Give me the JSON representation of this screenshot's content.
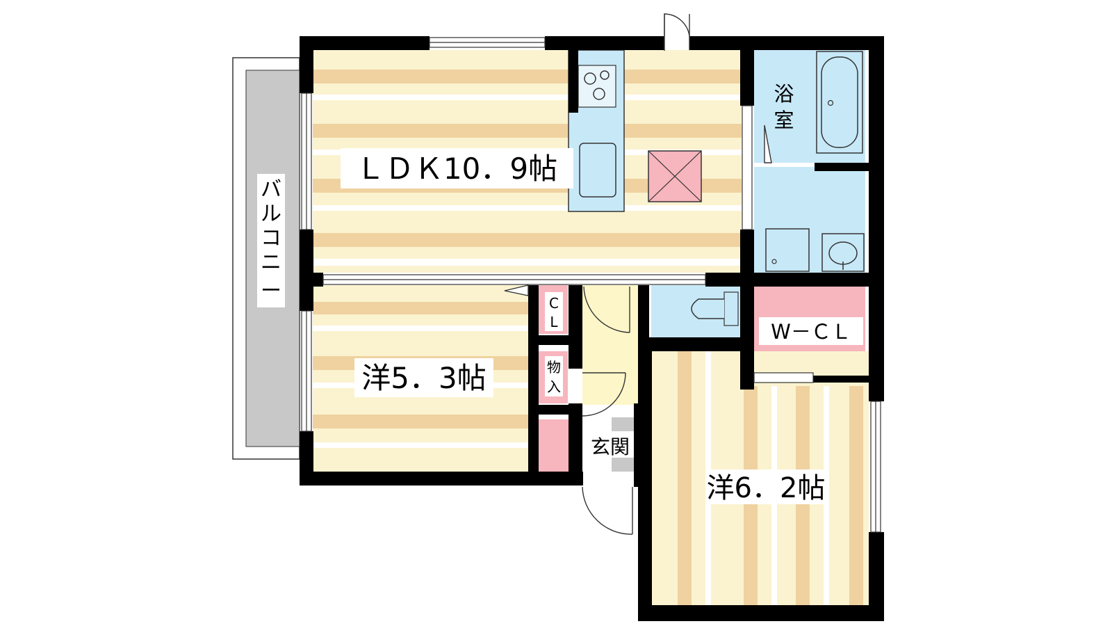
{
  "rooms": {
    "ldk": "ＬＤＫ10．9帖",
    "western_small": "洋5．3帖",
    "western_large": "洋6．2帖",
    "bath": [
      "浴",
      "室"
    ],
    "walk_in_closet": "W－ＣＬ",
    "closet": [
      "C",
      "L"
    ],
    "storage": [
      "物",
      "入"
    ],
    "entrance": "玄関",
    "balcony": [
      "バ",
      "ル",
      "コ",
      "ニ",
      "ー"
    ]
  },
  "colors": {
    "wall": "#000000",
    "floor_stripe": "#efd2a0",
    "floor_light": "#fbf3cf",
    "wet_area": "#c7e8f7",
    "closet_pink": "#f7b5bd",
    "balcony_gray": "#c8c8c8",
    "hall_yellow": "#fdf6c8"
  }
}
